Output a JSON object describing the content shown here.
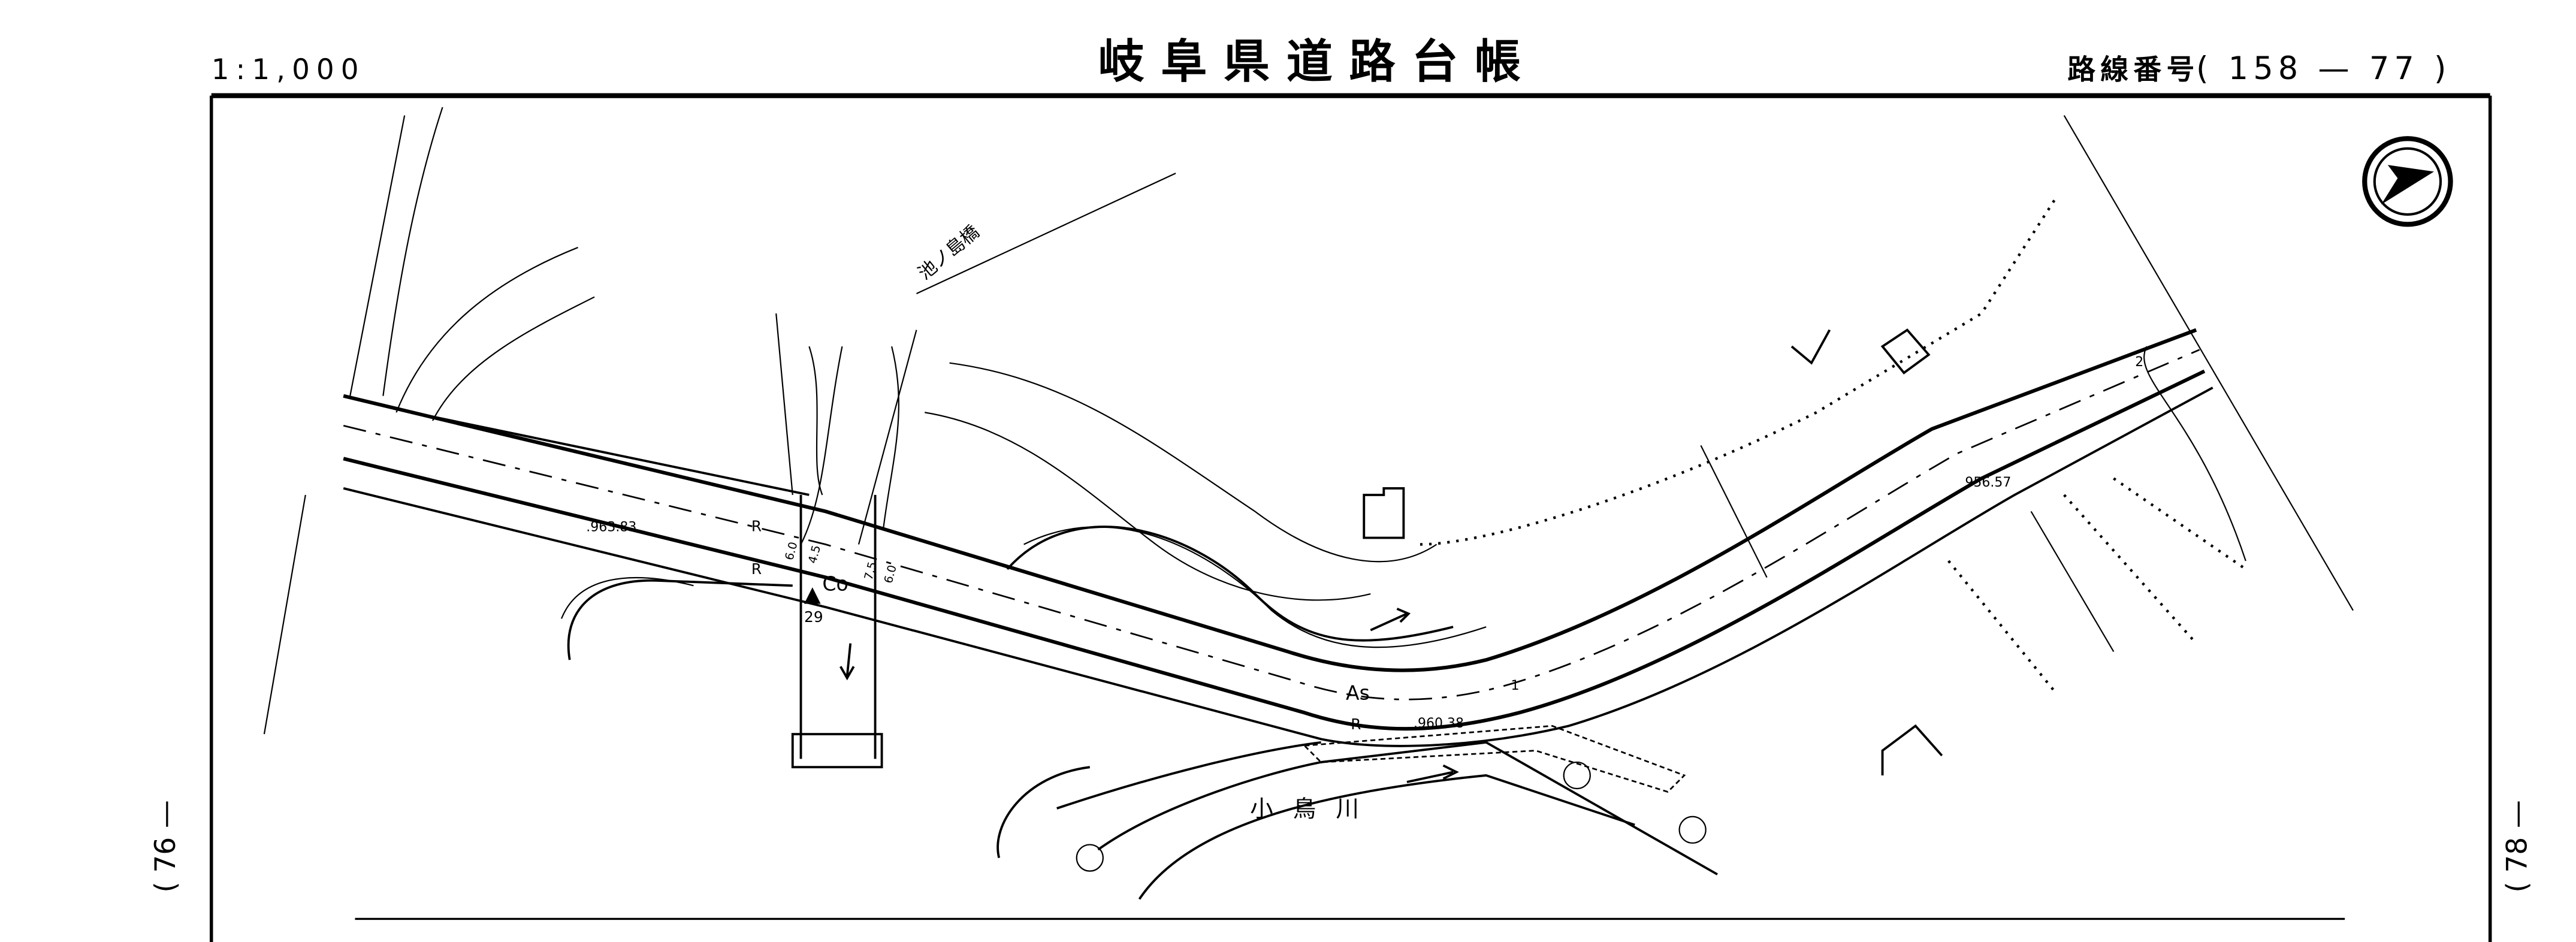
{
  "header": {
    "scale": "1:1,000",
    "title": "岐阜県道路台帳",
    "route_label": "路線番号",
    "route_number": "( 158 — 77 )"
  },
  "margins": {
    "left_sheet": "( 76 —",
    "right_sheet": "( 78 —"
  },
  "map": {
    "bridge_name": "池ノ島橋",
    "river_name": "小鳥川",
    "elevations": [
      ".963.83",
      "956.57",
      ".960.38"
    ],
    "surface_concrete": "Co",
    "surface_asphalt": "As",
    "curve_marks": [
      "R",
      "R",
      "R"
    ],
    "benchmark_number": "29",
    "station_marks": [
      "1",
      "2"
    ],
    "widths": [
      "6.0",
      "4.5",
      "7.5",
      "6.0"
    ]
  },
  "colors": {
    "ink": "#000000",
    "paper": "#ffffff"
  }
}
